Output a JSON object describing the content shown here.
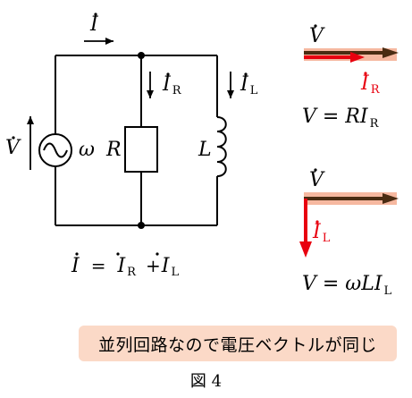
{
  "circuit": {
    "current_total": "I",
    "current_r": "I",
    "current_r_sub": "R",
    "current_l": "I",
    "current_l_sub": "L",
    "voltage": "V",
    "omega": "ω",
    "resistor_label": "R",
    "inductor_label": "L",
    "equation": {
      "lhs": "I",
      "eq": "=",
      "t1": "I",
      "t1_sub": "R",
      "plus": "+",
      "t2": "I",
      "t2_sub": "L"
    }
  },
  "phasor_r": {
    "voltage_label": "V",
    "current_label": "I",
    "current_sub": "R",
    "equation": "V = RI",
    "equation_sub": "R"
  },
  "phasor_l": {
    "voltage_label": "V",
    "current_label": "I",
    "current_sub": "L",
    "equation": "V = ωLI",
    "equation_sub": "L"
  },
  "note": "並列回路なので電圧ベクトルが同じ",
  "caption": "図 4",
  "colors": {
    "voltage_arrow": "#4a2c12",
    "voltage_band": "#f6b8a0",
    "current_arrow": "#e8000f",
    "note_bg": "#fbd9c7"
  }
}
